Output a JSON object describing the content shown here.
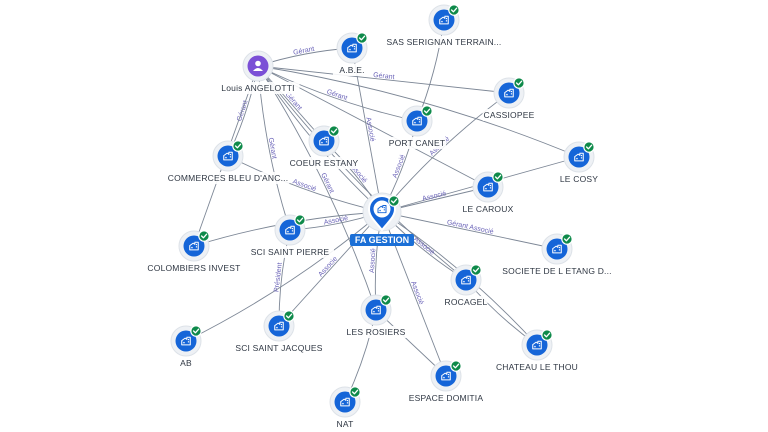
{
  "center": {
    "id": "fa",
    "label": "FA GESTION"
  },
  "nodes": [
    {
      "id": "louis",
      "label": "Louis ANGELOTTI",
      "type": "person"
    },
    {
      "id": "abe",
      "label": "A.B.E.",
      "type": "company"
    },
    {
      "id": "sas",
      "label": "SAS SERIGNAN TERRAIN...",
      "type": "company"
    },
    {
      "id": "cassiopee",
      "label": "CASSIOPEE",
      "type": "company"
    },
    {
      "id": "portcanet",
      "label": "PORT CANET",
      "type": "company"
    },
    {
      "id": "lecosy",
      "label": "LE COSY",
      "type": "company"
    },
    {
      "id": "coeur",
      "label": "COEUR ESTANY",
      "type": "company"
    },
    {
      "id": "commerces",
      "label": "COMMERCES BLEU D'ANC...",
      "type": "company"
    },
    {
      "id": "lecaroux",
      "label": "LE CAROUX",
      "type": "company"
    },
    {
      "id": "colombiers",
      "label": "COLOMBIERS INVEST",
      "type": "company"
    },
    {
      "id": "scisp",
      "label": "SCI SAINT PIERRE",
      "type": "company"
    },
    {
      "id": "etang",
      "label": "SOCIETE DE L ETANG D...",
      "type": "company"
    },
    {
      "id": "rocagel",
      "label": "ROCAGEL",
      "type": "company"
    },
    {
      "id": "ab",
      "label": "AB",
      "type": "company"
    },
    {
      "id": "scisj",
      "label": "SCI SAINT JACQUES",
      "type": "company"
    },
    {
      "id": "rosiers",
      "label": "LES ROSIERS",
      "type": "company"
    },
    {
      "id": "chateau",
      "label": "CHATEAU LE THOU",
      "type": "company"
    },
    {
      "id": "domitia",
      "label": "ESPACE DOMITIA",
      "type": "company"
    },
    {
      "id": "nat",
      "label": "NAT",
      "type": "company"
    }
  ],
  "edges": [
    {
      "from": "louis",
      "to": "abe",
      "label": "Gérant"
    },
    {
      "from": "louis",
      "to": "cassiopee",
      "label": "Gérant"
    },
    {
      "from": "louis",
      "to": "portcanet",
      "label": "Gérant"
    },
    {
      "from": "louis",
      "to": "lecosy",
      "label": ""
    },
    {
      "from": "louis",
      "to": "coeur",
      "label": "Gérant"
    },
    {
      "from": "louis",
      "to": "fa",
      "label": "Gérant"
    },
    {
      "from": "louis",
      "to": "commerces",
      "label": "Gérant"
    },
    {
      "from": "louis",
      "to": "colombiers",
      "label": ""
    },
    {
      "from": "louis",
      "to": "scisp",
      "label": "Gérant"
    },
    {
      "from": "louis",
      "to": "rosiers",
      "label": "Gérant"
    },
    {
      "from": "louis",
      "to": "lecaroux",
      "label": ""
    },
    {
      "from": "louis",
      "to": "rocagel",
      "label": ""
    },
    {
      "from": "sas",
      "to": "portcanet",
      "label": ""
    },
    {
      "from": "fa",
      "to": "abe",
      "label": "Associé"
    },
    {
      "from": "fa",
      "to": "portcanet",
      "label": "Associé"
    },
    {
      "from": "fa",
      "to": "cassiopee",
      "label": "Associé"
    },
    {
      "from": "fa",
      "to": "lecosy",
      "label": ""
    },
    {
      "from": "fa",
      "to": "coeur",
      "label": "Associé"
    },
    {
      "from": "fa",
      "to": "commerces",
      "label": "Associé"
    },
    {
      "from": "fa",
      "to": "lecaroux",
      "label": "Associé"
    },
    {
      "from": "fa",
      "to": "colombiers",
      "label": ""
    },
    {
      "from": "fa",
      "to": "scisp",
      "label": "Associé"
    },
    {
      "from": "fa",
      "to": "etang",
      "label": "Gérant Associé"
    },
    {
      "from": "fa",
      "to": "rocagel",
      "label": "Associé"
    },
    {
      "from": "fa",
      "to": "ab",
      "label": ""
    },
    {
      "from": "fa",
      "to": "scisj",
      "label": "Associé"
    },
    {
      "from": "fa",
      "to": "rosiers",
      "label": "Associé"
    },
    {
      "from": "fa",
      "to": "chateau",
      "label": ""
    },
    {
      "from": "fa",
      "to": "domitia",
      "label": "Associé"
    },
    {
      "from": "scisp",
      "to": "scisj",
      "label": "Président"
    },
    {
      "from": "rosiers",
      "to": "nat",
      "label": ""
    },
    {
      "from": "rosiers",
      "to": "domitia",
      "label": ""
    },
    {
      "from": "rocagel",
      "to": "chateau",
      "label": ""
    }
  ],
  "colors": {
    "node": "#1565d8",
    "badge": "#0e8a4a",
    "person": "#7b4fd6",
    "edge": "#7d8796",
    "edge_label": "#6a63b8",
    "center_label_bg": "#1b6fd6"
  },
  "icons": {
    "company": "building-icon",
    "person": "person-icon",
    "check": "check-badge-icon"
  }
}
